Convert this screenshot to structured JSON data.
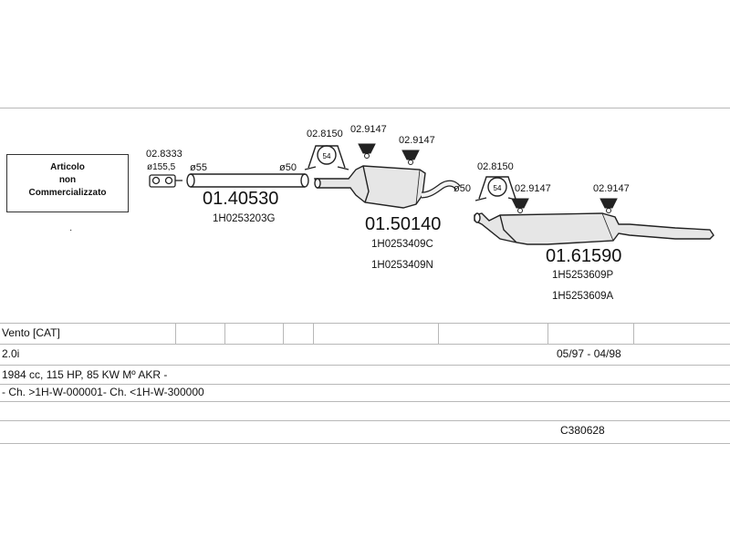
{
  "legend": {
    "line1": "Articolo",
    "line2": "non",
    "line3": "Commercializzato"
  },
  "parts": {
    "clamp_a": "02.8333",
    "dia_155": "ø155,5",
    "dia_55": "ø55",
    "dia_50a": "ø50",
    "pipe_code": "01.40530",
    "pipe_ref": "1H0253203G",
    "ring_1": "02.8150",
    "ring_1_label": "54",
    "hanger_1": "02.9147",
    "hanger_2": "02.9147",
    "mid_code": "01.50140",
    "mid_ref_1": "1H0253409C",
    "mid_ref_2": "1H0253409N",
    "dia_50b": "ø50",
    "ring_2": "02.8150",
    "ring_2_label": "54",
    "hanger_3": "02.9147",
    "hanger_4": "02.9147",
    "rear_code": "01.61590",
    "rear_ref_1": "1H5253609P",
    "rear_ref_2": "1H5253609A"
  },
  "info": {
    "model": "Vento  [CAT]",
    "engine": "2.0i",
    "period": "05/97 - 04/98",
    "specs": "1984 cc, 115 HP, 85 KW Mº AKR -",
    "chassis": "- Ch. >1H-W-000001- Ch. <1H-W-300000",
    "catalog": "C380628"
  }
}
